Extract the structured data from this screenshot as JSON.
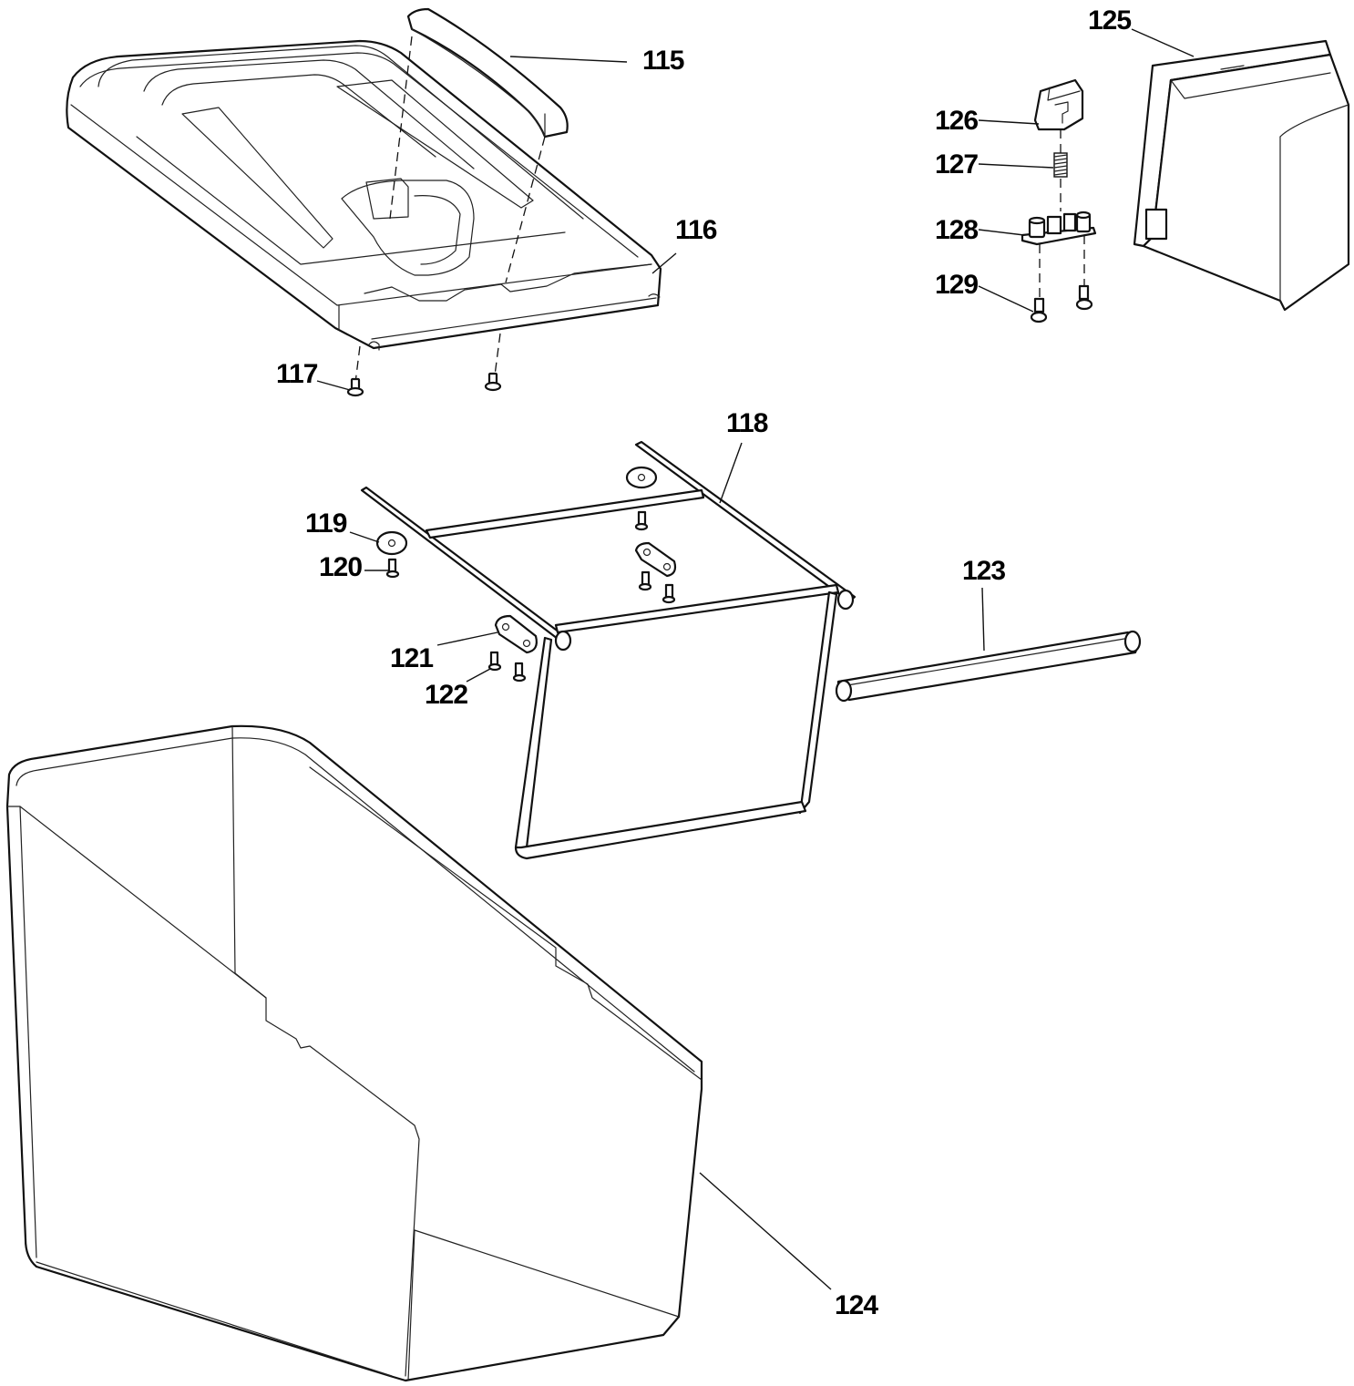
{
  "diagram": {
    "callouts": [
      {
        "id": "p115",
        "label": "115"
      },
      {
        "id": "p116",
        "label": "116"
      },
      {
        "id": "p117",
        "label": "117"
      },
      {
        "id": "p118",
        "label": "118"
      },
      {
        "id": "p119",
        "label": "119"
      },
      {
        "id": "p120",
        "label": "120"
      },
      {
        "id": "p121",
        "label": "121"
      },
      {
        "id": "p122",
        "label": "122"
      },
      {
        "id": "p123",
        "label": "123"
      },
      {
        "id": "p124",
        "label": "124"
      },
      {
        "id": "p125",
        "label": "125"
      },
      {
        "id": "p126",
        "label": "126"
      },
      {
        "id": "p127",
        "label": "127"
      },
      {
        "id": "p128",
        "label": "128"
      },
      {
        "id": "p129",
        "label": "129"
      }
    ]
  }
}
